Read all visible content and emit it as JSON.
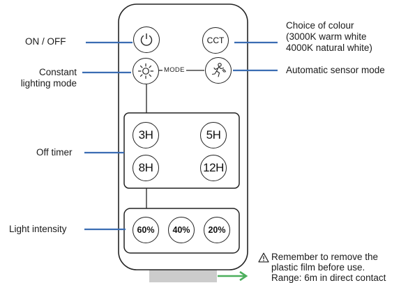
{
  "labels": {
    "on_off": "ON / OFF",
    "constant_lighting_1": "Constant",
    "constant_lighting_2": "lighting mode",
    "off_timer": "Off timer",
    "light_intensity": "Light intensity",
    "choice_colour_1": "Choice of colour",
    "choice_colour_2": "(3000K warm white",
    "choice_colour_3": "4000K natural white)",
    "automatic_sensor": "Automatic sensor mode"
  },
  "remote": {
    "power_icon": "power-icon",
    "cct_label": "CCT",
    "mode_label": "MODE",
    "constant_icon": "sun-icon",
    "sensor_icon": "running-person-icon",
    "timers": [
      "3H",
      "5H",
      "8H",
      "12H"
    ],
    "intensities": [
      "60%",
      "40%",
      "20%"
    ]
  },
  "warning": {
    "icon": "warning-triangle-icon",
    "line1": "Remember to remove the",
    "line2": "plastic film before use.",
    "line3": "Range: 6m in direct contact"
  },
  "colors": {
    "leader_line": "#3b6db3",
    "arrow": "#4cae5c",
    "film_tab": "#cccccc",
    "outline": "#222222"
  }
}
